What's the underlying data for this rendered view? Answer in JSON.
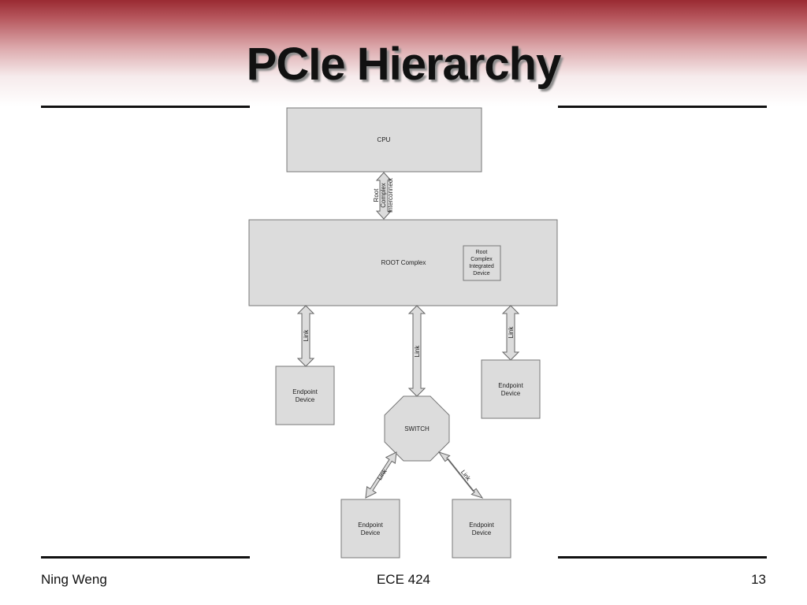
{
  "slide": {
    "title": "PCIe Hierarchy",
    "footer_author": "Ning Weng",
    "footer_course": "ECE 424",
    "page_number": "13"
  },
  "diagram": {
    "cpu": "CPU",
    "root_interconnect": [
      "Root",
      "Complex",
      "Interconnect"
    ],
    "root_complex": "ROOT Complex",
    "integrated_device": [
      "Root",
      "Complex",
      "Integrated",
      "Device"
    ],
    "switch": "SWITCH",
    "link": "Link",
    "endpoint": [
      "Endpoint",
      "Device"
    ]
  }
}
